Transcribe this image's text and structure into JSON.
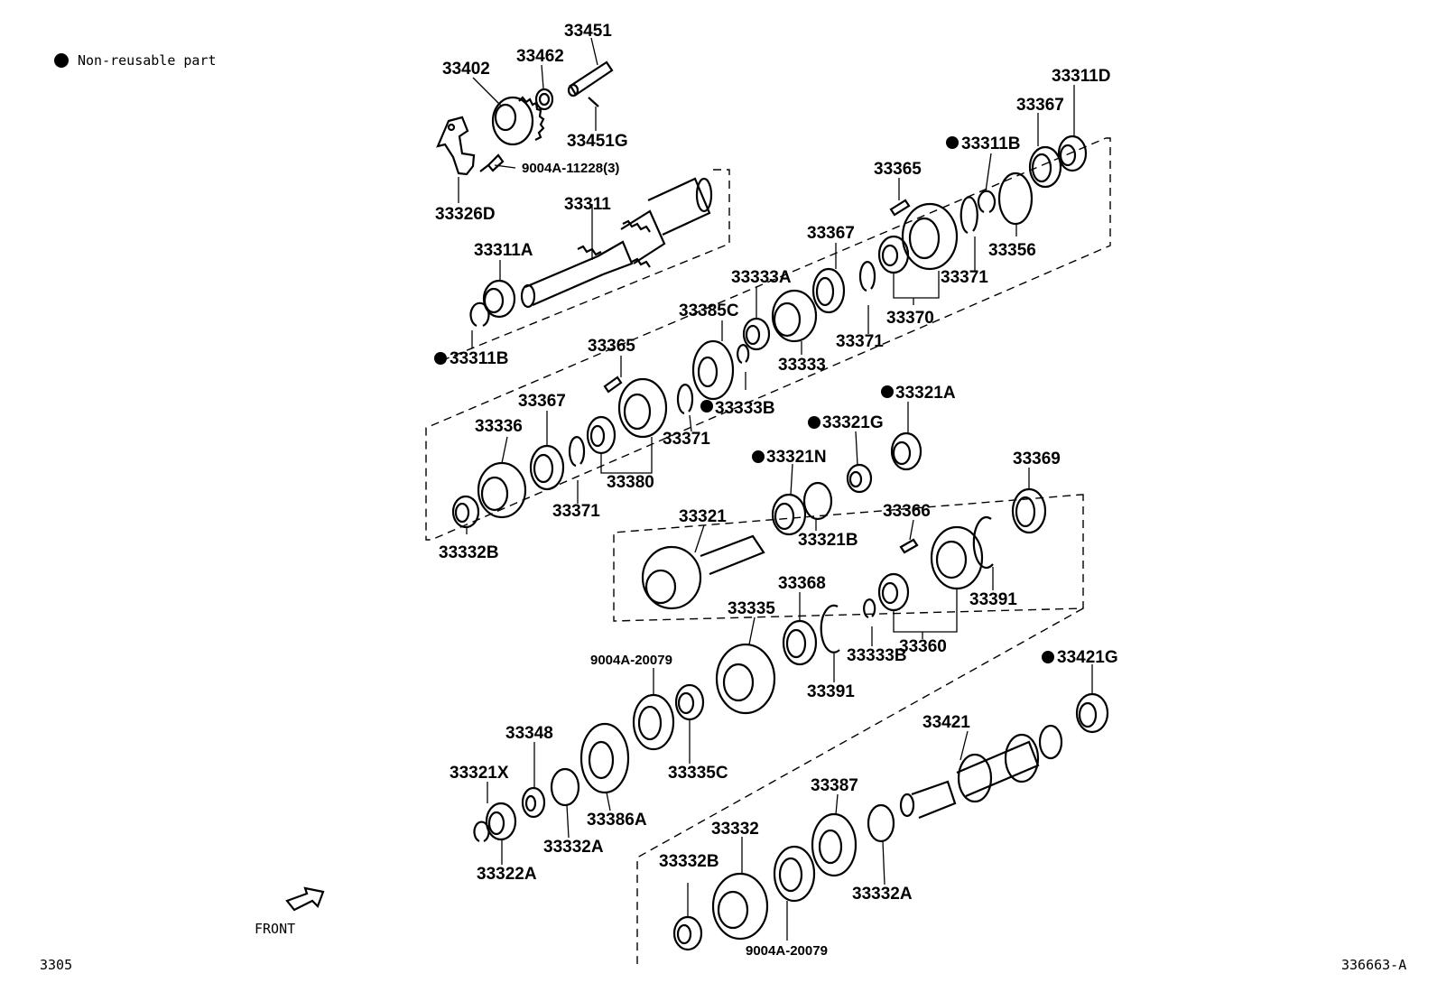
{
  "legend": {
    "symbol": "●",
    "text": "Non-reusable part"
  },
  "figure_code": "3305",
  "illustration_id": "336663-A",
  "front_label": "FRONT",
  "labels": {
    "p33451": "33451",
    "p33402": "33402",
    "p33462": "33462",
    "p33451G": "33451G",
    "p9004A11228": "9004A-11228(3)",
    "p33326D": "33326D",
    "p33311": "33311",
    "p33311A": "33311A",
    "p33311B_lower": "33311B",
    "p33311D": "33311D",
    "p33367_top": "33367",
    "p33311B_upper": "33311B",
    "p33365_top": "33365",
    "p33356": "33356",
    "p33371_a": "33371",
    "p33367_b": "33367",
    "p33370": "33370",
    "p33371_b": "33371",
    "p33333A": "33333A",
    "p33333": "33333",
    "p33385C": "33385C",
    "p33333B_a": "33333B",
    "p33365_mid": "33365",
    "p33371_c": "33371",
    "p33367_c": "33367",
    "p33336": "33336",
    "p33380": "33380",
    "p33371_d": "33371",
    "p33332B_a": "33332B",
    "p33321A": "33321A",
    "p33321G": "33321G",
    "p33321N": "33321N",
    "p33321B": "33321B",
    "p33321": "33321",
    "p33366": "33366",
    "p33369": "33369",
    "p33391_a": "33391",
    "p33360": "33360",
    "p33368": "33368",
    "p33335": "33335",
    "p33391_b": "33391",
    "p33333B_b": "33333B",
    "p9004A20079_a": "9004A-20079",
    "p33335C": "33335C",
    "p33348": "33348",
    "p33321X": "33321X",
    "p33386A": "33386A",
    "p33332A_a": "33332A",
    "p33322A": "33322A",
    "p33421G": "33421G",
    "p33421": "33421",
    "p33387": "33387",
    "p33332A_b": "33332A",
    "p33332": "33332",
    "p33332B_b": "33332B",
    "p9004A20079_b": "9004A-20079"
  }
}
